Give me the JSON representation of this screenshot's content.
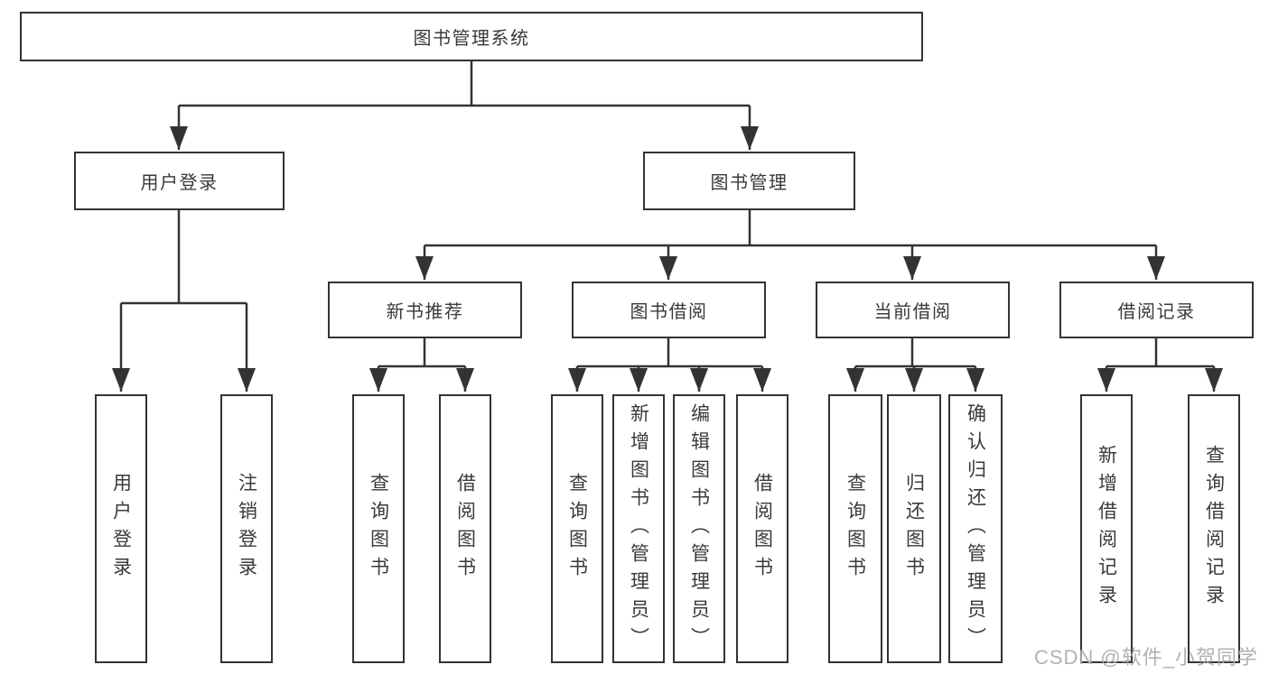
{
  "tree": {
    "label": "图书管理系统",
    "children": [
      {
        "label": "用户登录",
        "children": [
          {
            "label": "用户登录"
          },
          {
            "label": "注销登录"
          }
        ]
      },
      {
        "label": "图书管理",
        "children": [
          {
            "label": "新书推荐",
            "children": [
              {
                "label": "查询图书"
              },
              {
                "label": "借阅图书"
              }
            ]
          },
          {
            "label": "图书借阅",
            "children": [
              {
                "label": "查询图书"
              },
              {
                "label": "新增图书（管理员）"
              },
              {
                "label": "编辑图书（管理员）"
              },
              {
                "label": "借阅图书"
              }
            ]
          },
          {
            "label": "当前借阅",
            "children": [
              {
                "label": "查询图书"
              },
              {
                "label": "归还图书"
              },
              {
                "label": "确认归还（管理员）"
              }
            ]
          },
          {
            "label": "借阅记录",
            "children": [
              {
                "label": "新增借阅记录"
              },
              {
                "label": "查询借阅记录"
              }
            ]
          }
        ]
      }
    ]
  },
  "watermark": {
    "text": "CSDN @软件_小贺同学"
  },
  "colors": {
    "line": "#333333",
    "box_border": "#333333",
    "text": "#3a3a3a",
    "background": "#ffffff",
    "watermark": "#aeaeae"
  }
}
